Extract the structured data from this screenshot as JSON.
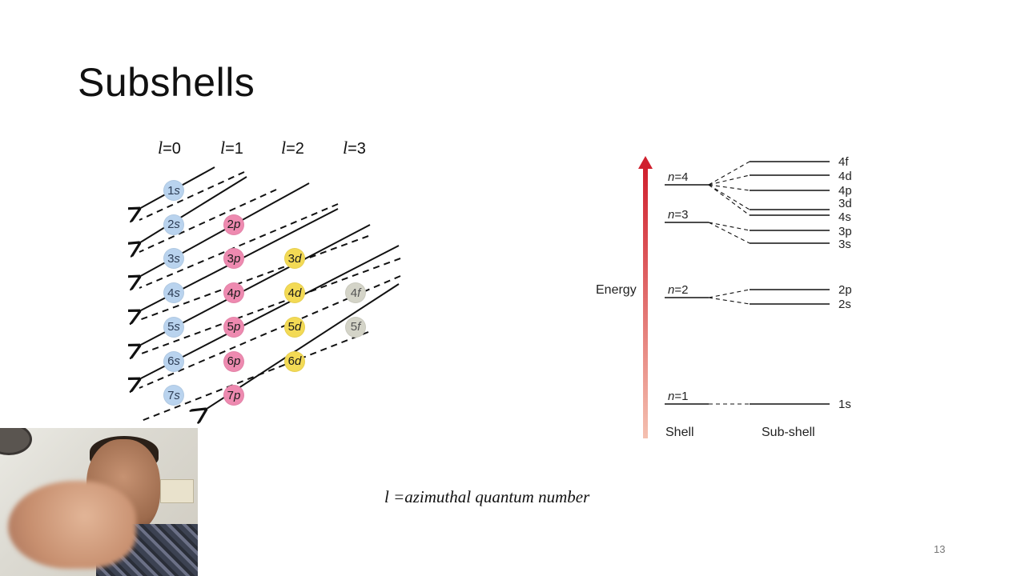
{
  "slide": {
    "title": "Subshells",
    "caption": "l =azimuthal quantum number",
    "page_number": "13"
  },
  "aufbau": {
    "column_headers": [
      {
        "var": "l",
        "eq": "=0"
      },
      {
        "var": "l",
        "eq": "=1"
      },
      {
        "var": "l",
        "eq": "=2"
      },
      {
        "var": "l",
        "eq": "=3"
      }
    ],
    "orbitals": [
      {
        "n": "1",
        "type": "s",
        "col": 0,
        "row": 0
      },
      {
        "n": "2",
        "type": "s",
        "col": 0,
        "row": 1
      },
      {
        "n": "2",
        "type": "p",
        "col": 1,
        "row": 1
      },
      {
        "n": "3",
        "type": "s",
        "col": 0,
        "row": 2
      },
      {
        "n": "3",
        "type": "p",
        "col": 1,
        "row": 2
      },
      {
        "n": "3",
        "type": "d",
        "col": 2,
        "row": 2
      },
      {
        "n": "4",
        "type": "s",
        "col": 0,
        "row": 3
      },
      {
        "n": "4",
        "type": "p",
        "col": 1,
        "row": 3
      },
      {
        "n": "4",
        "type": "d",
        "col": 2,
        "row": 3
      },
      {
        "n": "4",
        "type": "f",
        "col": 3,
        "row": 3
      },
      {
        "n": "5",
        "type": "s",
        "col": 0,
        "row": 4
      },
      {
        "n": "5",
        "type": "p",
        "col": 1,
        "row": 4
      },
      {
        "n": "5",
        "type": "d",
        "col": 2,
        "row": 4
      },
      {
        "n": "5",
        "type": "f",
        "col": 3,
        "row": 4
      },
      {
        "n": "6",
        "type": "s",
        "col": 0,
        "row": 5
      },
      {
        "n": "6",
        "type": "p",
        "col": 1,
        "row": 5
      },
      {
        "n": "6",
        "type": "d",
        "col": 2,
        "row": 5
      },
      {
        "n": "7",
        "type": "s",
        "col": 0,
        "row": 6
      },
      {
        "n": "7",
        "type": "p",
        "col": 1,
        "row": 6
      }
    ],
    "colors": {
      "s": "#b9d3ee",
      "p": "#ee8ab0",
      "d": "#f3da55",
      "f": "#d4d4c8"
    }
  },
  "energy_diagram": {
    "axis_label": "Energy",
    "shell_header": "Shell",
    "subshell_header": "Sub-shell",
    "arrow_color": "#d0202e",
    "shells": [
      {
        "label": "n=4",
        "var": "n",
        "num": "4",
        "subshells": [
          "4f",
          "4d",
          "4p",
          "3d",
          "4s"
        ]
      },
      {
        "label": "n=3",
        "var": "n",
        "num": "3",
        "subshells": [
          "3p",
          "3s"
        ]
      },
      {
        "label": "n=2",
        "var": "n",
        "num": "2",
        "subshells": [
          "2p",
          "2s"
        ]
      },
      {
        "label": "n=1",
        "var": "n",
        "num": "1",
        "subshells": [
          "1s"
        ]
      }
    ],
    "subshell_order_top_to_bottom": [
      "4f",
      "4d",
      "4p",
      "3d",
      "4s",
      "3p",
      "3s",
      "2p",
      "2s",
      "1s"
    ]
  }
}
